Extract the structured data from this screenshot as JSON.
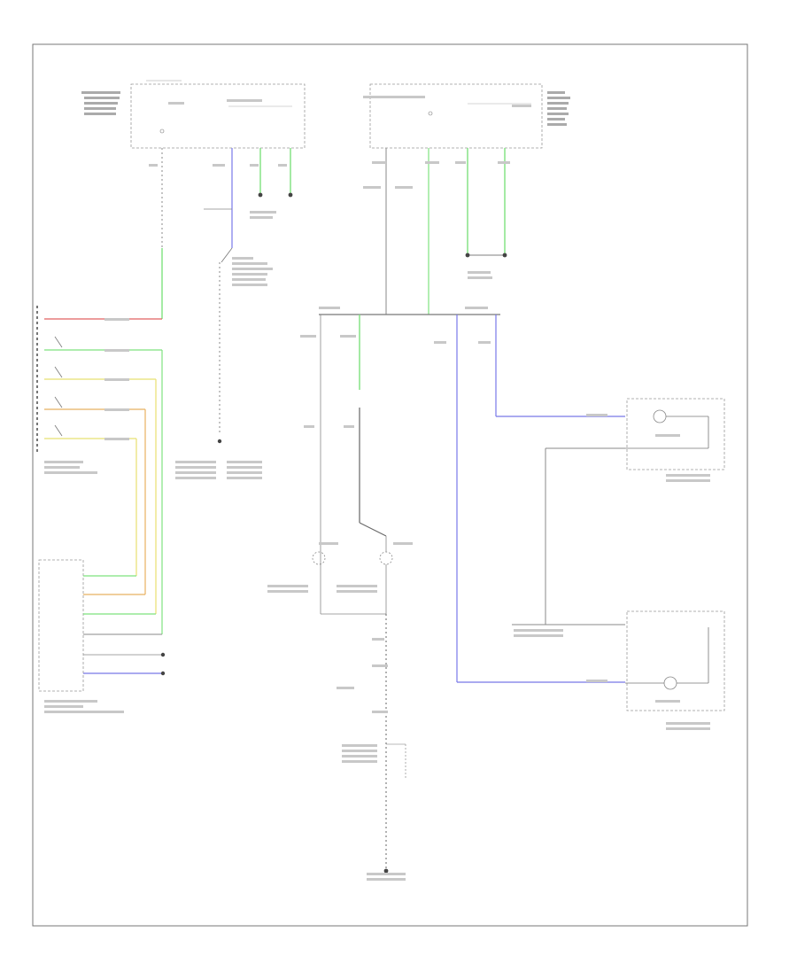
{
  "diagram": {
    "footer_code": "",
    "colors": {
      "wire": "#666666",
      "green": "#7ee27e",
      "blue": "#7878e8",
      "red": "#e06060",
      "yellow": "#e8e070",
      "orange": "#e8b060"
    },
    "components": [
      {
        "id": "fuse-box-underhood",
        "label": ""
      },
      {
        "id": "fuse-box-underdash",
        "label": ""
      },
      {
        "id": "transmission-range-switch",
        "label": ""
      },
      {
        "id": "transmission-control-module",
        "label": ""
      },
      {
        "id": "backup-light-relay",
        "label": ""
      },
      {
        "id": "left-backup-light",
        "label": ""
      },
      {
        "id": "right-backup-light",
        "label": ""
      },
      {
        "id": "right-rear-backup-lamp",
        "label": ""
      },
      {
        "id": "left-rear-backup-lamp",
        "label": ""
      },
      {
        "id": "ground-point",
        "label": ""
      }
    ]
  }
}
